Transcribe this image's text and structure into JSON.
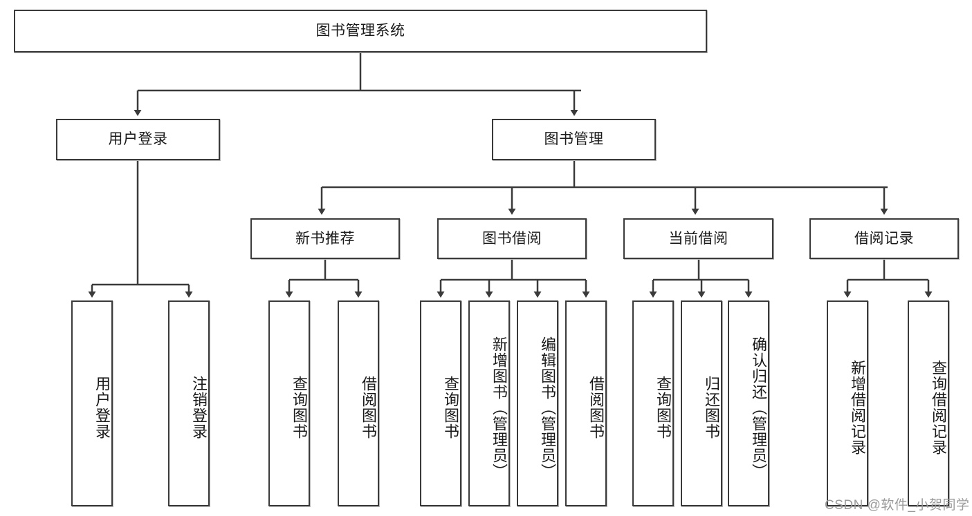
{
  "diagram": {
    "title": "图书管理系统",
    "type": "tree-hierarchy-chart",
    "root": {
      "label": "图书管理系统"
    },
    "level2": [
      {
        "label": "用户登录"
      },
      {
        "label": "图书管理"
      }
    ],
    "level3": [
      {
        "label": "新书推荐"
      },
      {
        "label": "图书借阅"
      },
      {
        "label": "当前借阅"
      },
      {
        "label": "借阅记录"
      }
    ],
    "leaves": {
      "user_login": [
        {
          "label": "用户登录"
        },
        {
          "label": "注销登录"
        }
      ],
      "new_book_recommend": [
        {
          "label": "查询图书"
        },
        {
          "label": "借阅图书"
        }
      ],
      "book_borrow": [
        {
          "label": "查询图书"
        },
        {
          "label": "新增图书（管理员）"
        },
        {
          "label": "编辑图书（管理员）"
        },
        {
          "label": "借阅图书"
        }
      ],
      "current_borrow": [
        {
          "label": "查询图书"
        },
        {
          "label": "归还图书"
        },
        {
          "label": "确认归还（管理员）"
        }
      ],
      "borrow_records": [
        {
          "label": "新增借阅记录"
        },
        {
          "label": "查询借阅记录"
        }
      ]
    }
  },
  "watermark": {
    "text": "CSDN @软件_小贺同学"
  },
  "colors": {
    "stroke": "#3a3a3a",
    "fill": "#ffffff",
    "text": "#1a1a1a",
    "shadow": "#b9b9b9",
    "watermark": "#9a9a9a"
  }
}
